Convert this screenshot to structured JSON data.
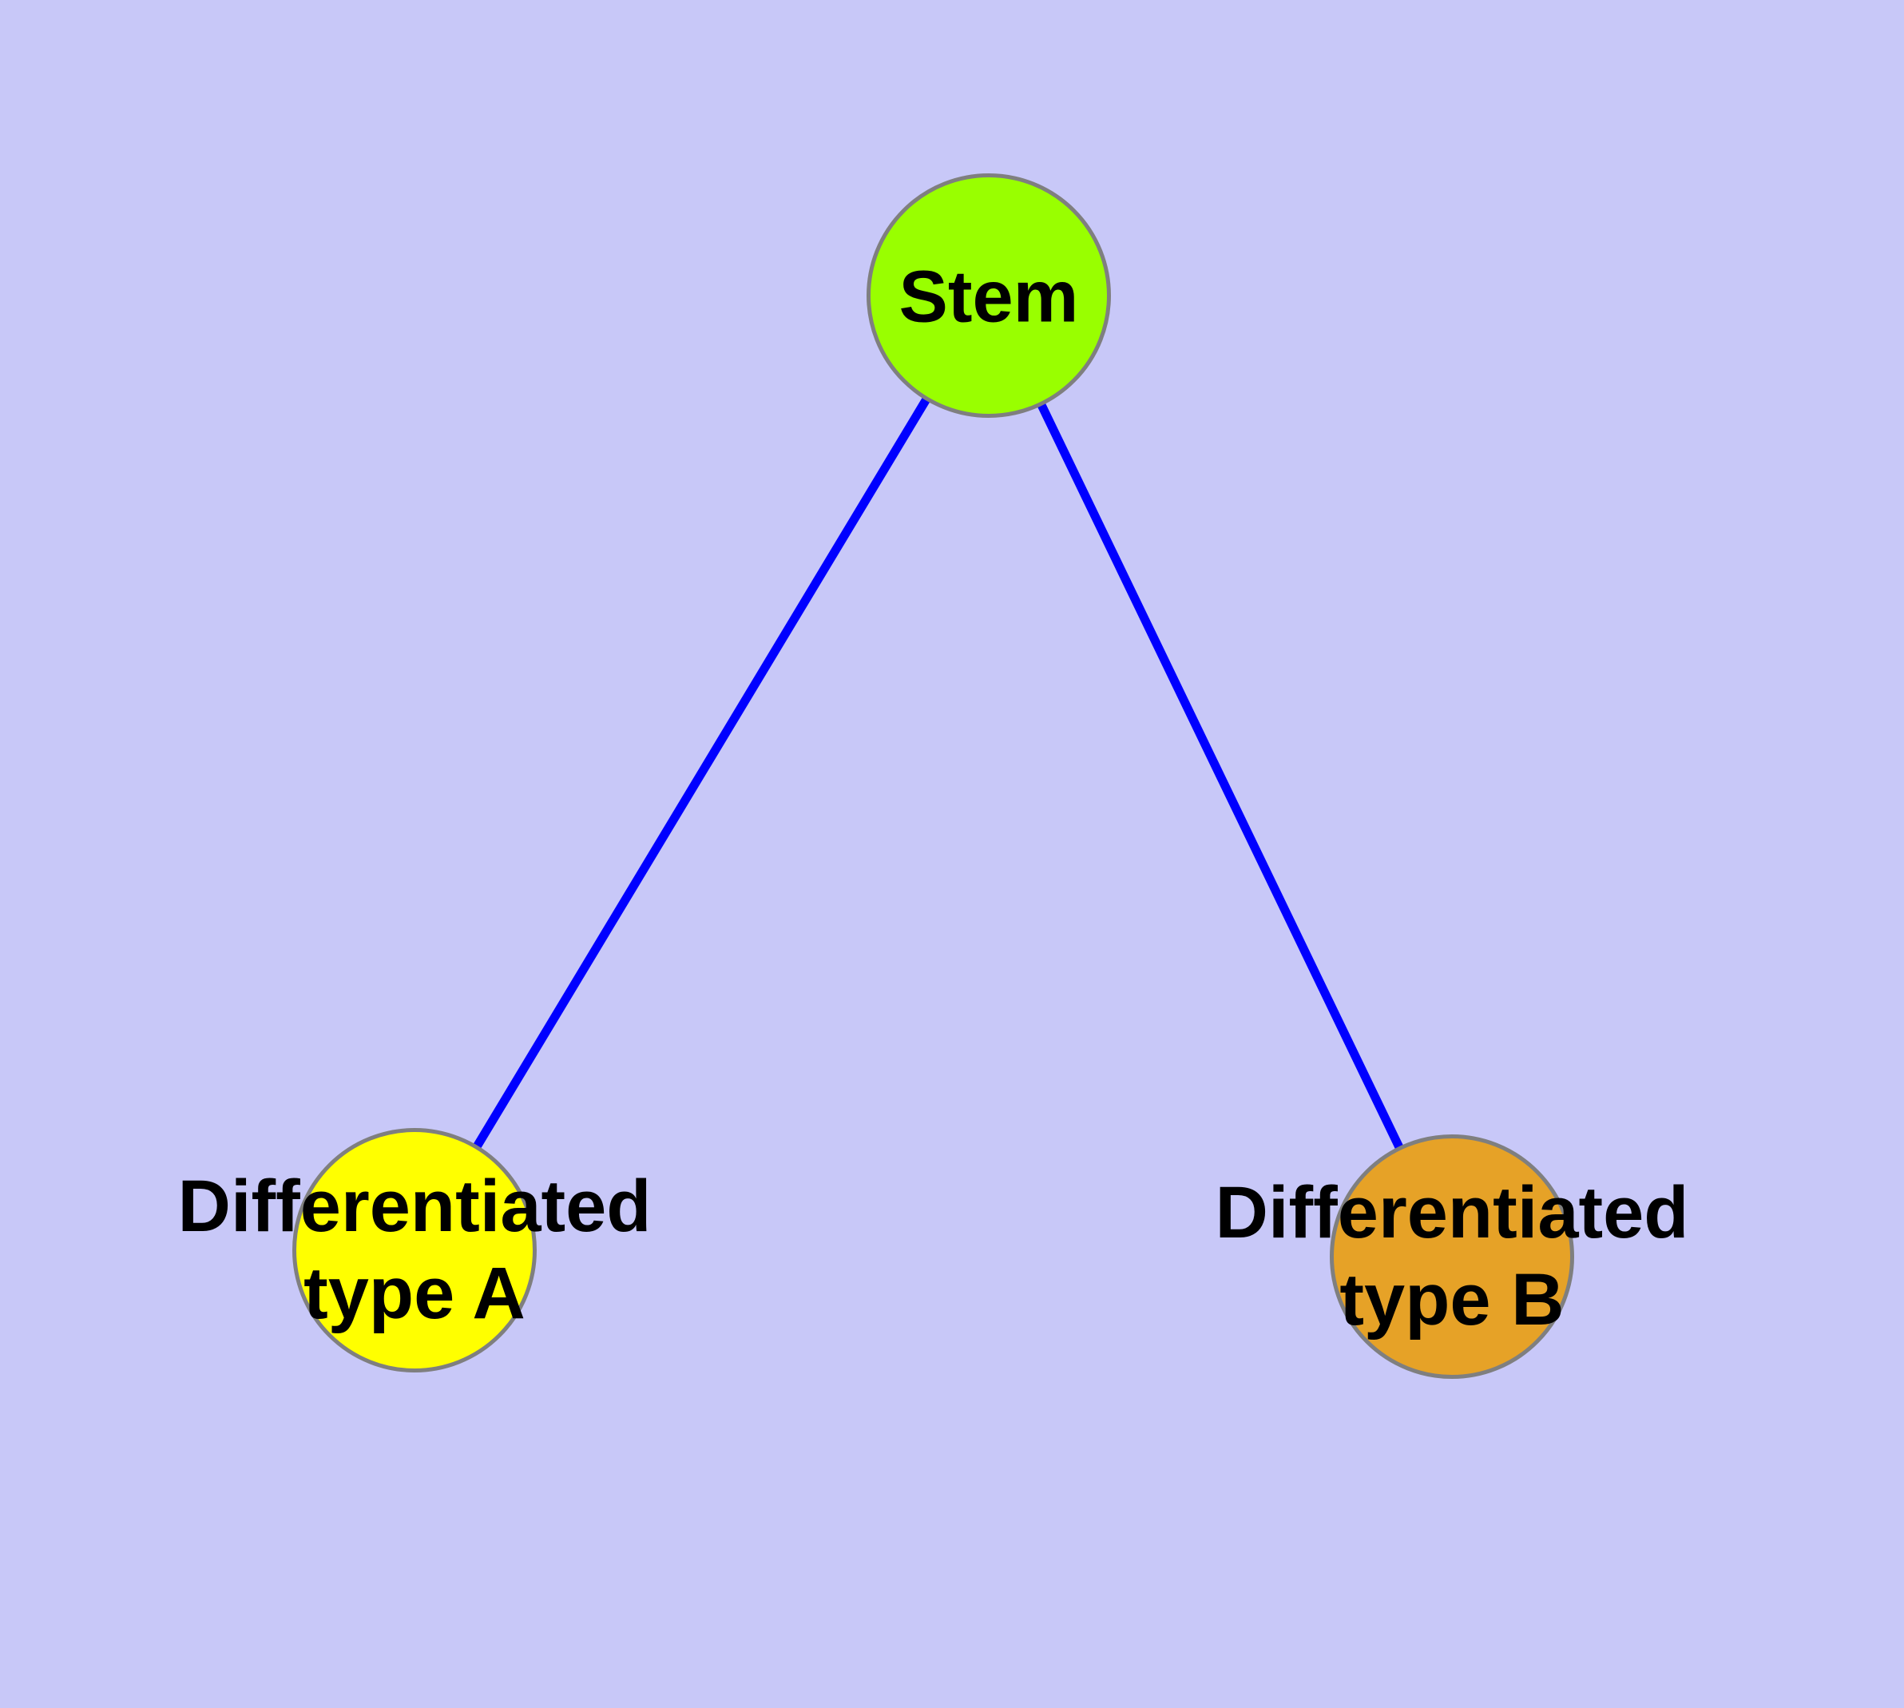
{
  "diagram": {
    "background_color": "#C8C8F8",
    "edge_color": "#0000FF",
    "node_border_color": "#7F7F7F",
    "label_color": "#000000",
    "nodes": [
      {
        "id": "stem",
        "label": "Stem",
        "fill": "#99FF00"
      },
      {
        "id": "type-a",
        "label": "Differentiated type A",
        "label_line1": "Differentiated",
        "label_line2": "type A",
        "fill": "#FFFF00"
      },
      {
        "id": "type-b",
        "label": "Differentiated type B",
        "label_line1": "Differentiated",
        "label_line2": "type B",
        "fill": "#E6A227"
      }
    ],
    "edges": [
      {
        "from": "stem",
        "to": "type-a"
      },
      {
        "from": "stem",
        "to": "type-b"
      }
    ]
  }
}
